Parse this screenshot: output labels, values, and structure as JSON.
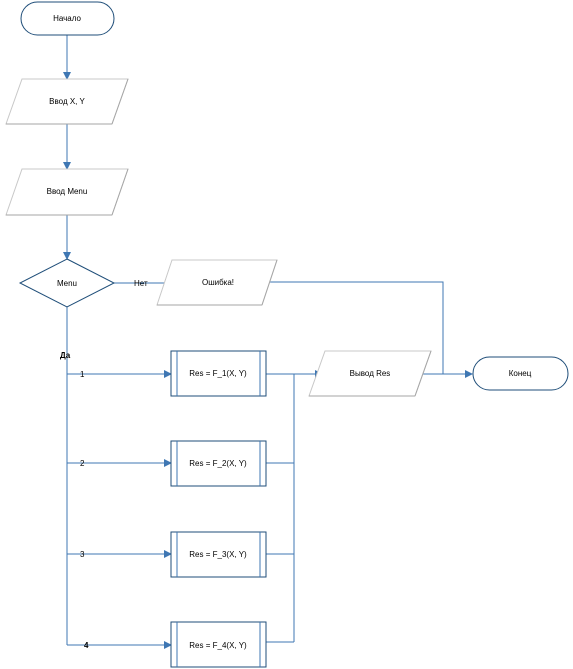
{
  "nodes": {
    "start": "Начало",
    "input_xy": "Ввод X, Y",
    "input_menu": "Ввод Menu",
    "decision": "Menu",
    "error": "Ошибка!",
    "f1": "Res = F_1(X, Y)",
    "f2": "Res = F_2(X, Y)",
    "f3": "Res = F_3(X, Y)",
    "f4": "Res = F_4(X, Y)",
    "output": "Вывод Res",
    "end": "Конец"
  },
  "edges": {
    "no": "Нет",
    "yes": "Да",
    "case1": "1",
    "case2": "2",
    "case3": "3",
    "case4": "4"
  },
  "colors": {
    "border": "#1f4e79",
    "connector": "#3f77b3"
  }
}
